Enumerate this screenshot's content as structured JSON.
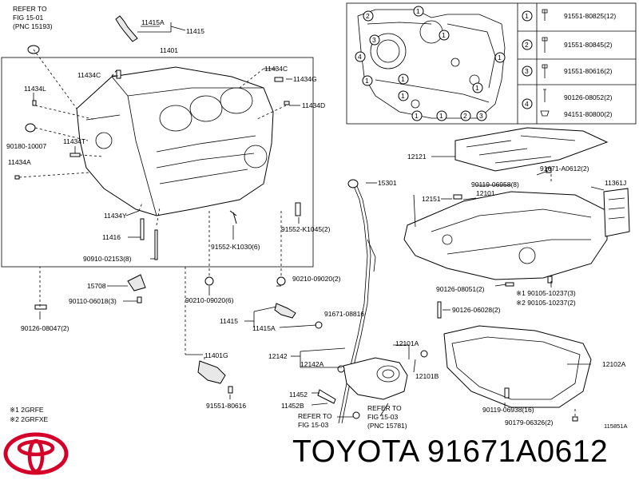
{
  "labels": {
    "refer_1501_a": "REFER TO",
    "refer_1501_b": "FIG 15-01",
    "refer_1501_c": "(PNC 15193)",
    "p11415A_top": "11415A",
    "p11415_top": "11415",
    "p11401": "11401",
    "p11434C_l": "11434C",
    "p11434C_r": "11434C",
    "p11434G": "11434G",
    "p11434L": "11434L",
    "p11434D": "11434D",
    "p90180": "90180-10007",
    "p11434T": "11434T",
    "p11434A": "11434A",
    "p11434Y": "11434Y",
    "p11416": "11416",
    "p90910": "90910-02153(8)",
    "p91552_1030": "91552-K1030(6)",
    "p91552_1045": "91552-K1045(2)",
    "p15708": "15708",
    "p90110": "90110-06018(3)",
    "p90126_08047": "90126-08047(2)",
    "p90210_6": "90210-09020(6)",
    "p90210_2": "90210-09020(2)",
    "p91671_08816": "91671-08816",
    "p11415_mid": "11415",
    "p11415A_mid": "11415A",
    "p11401G": "11401G",
    "p91551_80616_b": "91551-80616",
    "p12142": "12142",
    "p12142A": "12142A",
    "p11452": "11452",
    "p11452B": "11452B",
    "refer_1503_l_a": "REFER TO",
    "refer_1503_l_b": "FIG 15-03",
    "refer_1503_r_a": "REFER TO",
    "refer_1503_r_b": "FIG 15-03",
    "refer_1503_r_c": "(PNC 15781)",
    "p15301": "15301",
    "p12151": "12151",
    "p12121": "12121",
    "p91671_A0612": "91671-A0612(2)",
    "p90119_06958": "90119-06958(8)",
    "p12101": "12101",
    "p11361J": "11361J",
    "p90126_08051": "90126-08051(2)",
    "p90105_1": "※1 90105-10237(3)",
    "p90105_2": "※2 90105-10237(2)",
    "p90126_06028": "90126-06028(2)",
    "p12101A": "12101A",
    "p12101B": "12101B",
    "p12102A": "12102A",
    "p90119_06938": "90119-06938(16)",
    "p90179": "90179-06326(2)",
    "fig_code": "115851A",
    "note1": "※1 2GRFE",
    "note2": "※2 2GRFXE"
  },
  "legend": [
    {
      "num": "1",
      "part": "91551-80825(12)"
    },
    {
      "num": "2",
      "part": "91551-80845(2)"
    },
    {
      "num": "3",
      "part": "91551-80616(2)"
    },
    {
      "num": "4",
      "part": "90126-08052(2)",
      "part2": "94151-80800(2)"
    }
  ],
  "inset_markers": [
    "1",
    "2",
    "3",
    "4",
    "1",
    "1",
    "1",
    "1",
    "1",
    "1",
    "2",
    "3",
    "1",
    "1"
  ],
  "brand_text": "TOYOTA 91671A0612",
  "logo": "toyota-logo"
}
